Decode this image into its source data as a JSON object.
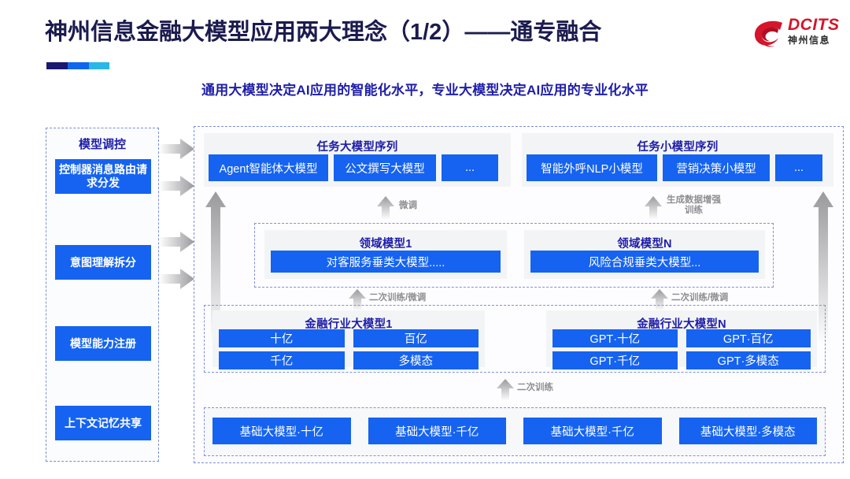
{
  "header": {
    "title": "神州信息金融大模型应用两大理念（1/2）——通专融合",
    "subtitle": "通用大模型决定AI应用的智能化水平，专业大模型决定AI应用的专业化水平",
    "logo_en": "DCITS",
    "logo_cn": "神州信息",
    "accent_colors": [
      "#191970",
      "#1166ee",
      "#29b6e8"
    ],
    "title_color": "#1b1b4f",
    "subtitle_color": "#1d1da8"
  },
  "sidebar": {
    "title": "模型调控",
    "items": [
      {
        "label": "控制器消息路由请求分发"
      },
      {
        "label": "意图理解拆分"
      },
      {
        "label": "模型能力注册"
      },
      {
        "label": "上下文记忆共享"
      }
    ]
  },
  "diagram": {
    "accent_chip_color": "#1563f0",
    "task_groups": [
      {
        "title": "任务大模型序列",
        "chips": [
          "Agent智能体大模型",
          "公文撰写大模型",
          "..."
        ]
      },
      {
        "title": "任务小模型序列",
        "chips": [
          "智能外呼NLP小模型",
          "营销决策小模型",
          "..."
        ]
      }
    ],
    "domain_groups": [
      {
        "title": "领域模型1",
        "chip": "对客服务垂类大模型....."
      },
      {
        "title": "领域模型N",
        "chip": "风险合规垂类大模型..."
      }
    ],
    "industry_groups": [
      {
        "title": "金融行业大模型1",
        "chips": [
          "十亿",
          "百亿",
          "千亿",
          "多模态"
        ]
      },
      {
        "title": "金融行业大模型N",
        "chips": [
          "GPT·十亿",
          "GPT·百亿",
          "GPT·千亿",
          "GPT·多模态"
        ]
      }
    ],
    "base_models": [
      "基础大模型·十亿",
      "基础大模型·千亿",
      "基础大模型·千亿",
      "基础大模型·多模态"
    ],
    "arrow_labels": {
      "fine_tune": "微调",
      "data_aug": "生成数据增强\n训练",
      "retrain_finetune_left": "二次训练/微调",
      "retrain_finetune_right": "二次训练/微调",
      "retrain": "二次训练"
    }
  }
}
